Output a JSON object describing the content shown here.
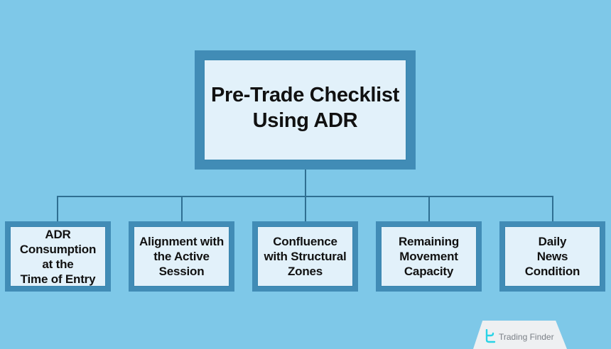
{
  "title": "Pre-Trade Checklist\nUsing ADR",
  "children": [
    {
      "label": "ADR\nConsumption\nat the\nTime of Entry"
    },
    {
      "label": "Alignment with\nthe Active\nSession"
    },
    {
      "label": "Confluence\nwith Structural\nZones"
    },
    {
      "label": "Remaining\nMovement\nCapacity"
    },
    {
      "label": "Daily\nNews\nCondition"
    }
  ],
  "watermark": {
    "icon": "trading-finder-logo-icon",
    "text": "Trading Finder"
  },
  "colors": {
    "background": "#7ec8e8",
    "box_fill": "#e2f1fa",
    "box_border": "#418cb6",
    "connector": "#2f6f92",
    "logo": "#29d3e6"
  }
}
